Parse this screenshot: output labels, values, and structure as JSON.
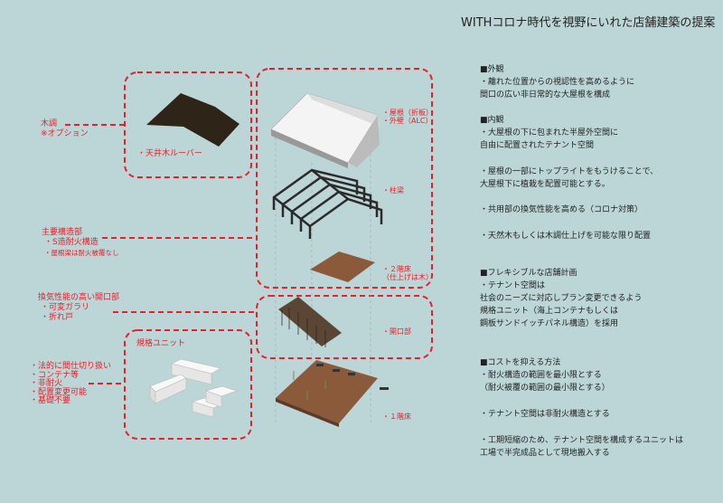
{
  "title": "WITHコロナ時代を視野にいれた店舗建築の提案",
  "left_labels": {
    "wood": [
      "木調",
      "※オプション"
    ],
    "louver": "・天井木ルーバー",
    "structure": [
      "主要構造部",
      "・S造耐火構造",
      "・屋根梁は耐火被覆なし"
    ],
    "opening": [
      "換気性能の高い開口部",
      "・可変ガラリ",
      "・折れ戸"
    ],
    "unit_title": "規格ユニット",
    "unit_list": [
      "・法的に間仕切り扱い",
      "・コンテナ等",
      "・非耐火",
      "・配置変更可能",
      "・基礎不要"
    ]
  },
  "diagram_labels": {
    "roof": [
      "・屋根（折板）",
      "・外壁（ALC）"
    ],
    "beam": "・柱梁",
    "floor2": [
      "・２階床",
      "（仕上げは木）"
    ],
    "opening": "・開口部",
    "floor1": "・１階床"
  },
  "notes": [
    "■外観",
    "・離れた位置からの視認性を高めるように",
    "間口の広い非日常的な大屋根を構成",
    "■内観",
    "・大屋根の下に包まれた半屋外空間に",
    "自由に配置されたテナント空間",
    "・屋根の一部にトップライトをもうけることで、",
    "大屋根下に植栽を配置可能とする。",
    "・共用部の換気性能を高める（コロナ対策）",
    "・天然木もしくは木調仕上げを可能な限り配置",
    "■フレキシブルな店舗計画",
    "・テナント空間は",
    "社会のニーズに対応しプラン変更できるよう",
    "規格ユニット（海上コンテナもしくは",
    "鋼板サンドイッチパネル構造）を採用",
    "■コストを抑える方法",
    "・耐火構造の範囲を最小限とする",
    "（耐火被覆の範囲の最小限とする）",
    "・テナント空間は非耐火構造とする",
    "・工期短縮のため、テナント空間を構成するユニットは",
    "工場で半完成品として現地搬入する"
  ],
  "colors": {
    "background": "#bcd5d6",
    "accent": "#e8202a",
    "wood": "#8a5a3a",
    "dark_wood": "#2e2418"
  }
}
